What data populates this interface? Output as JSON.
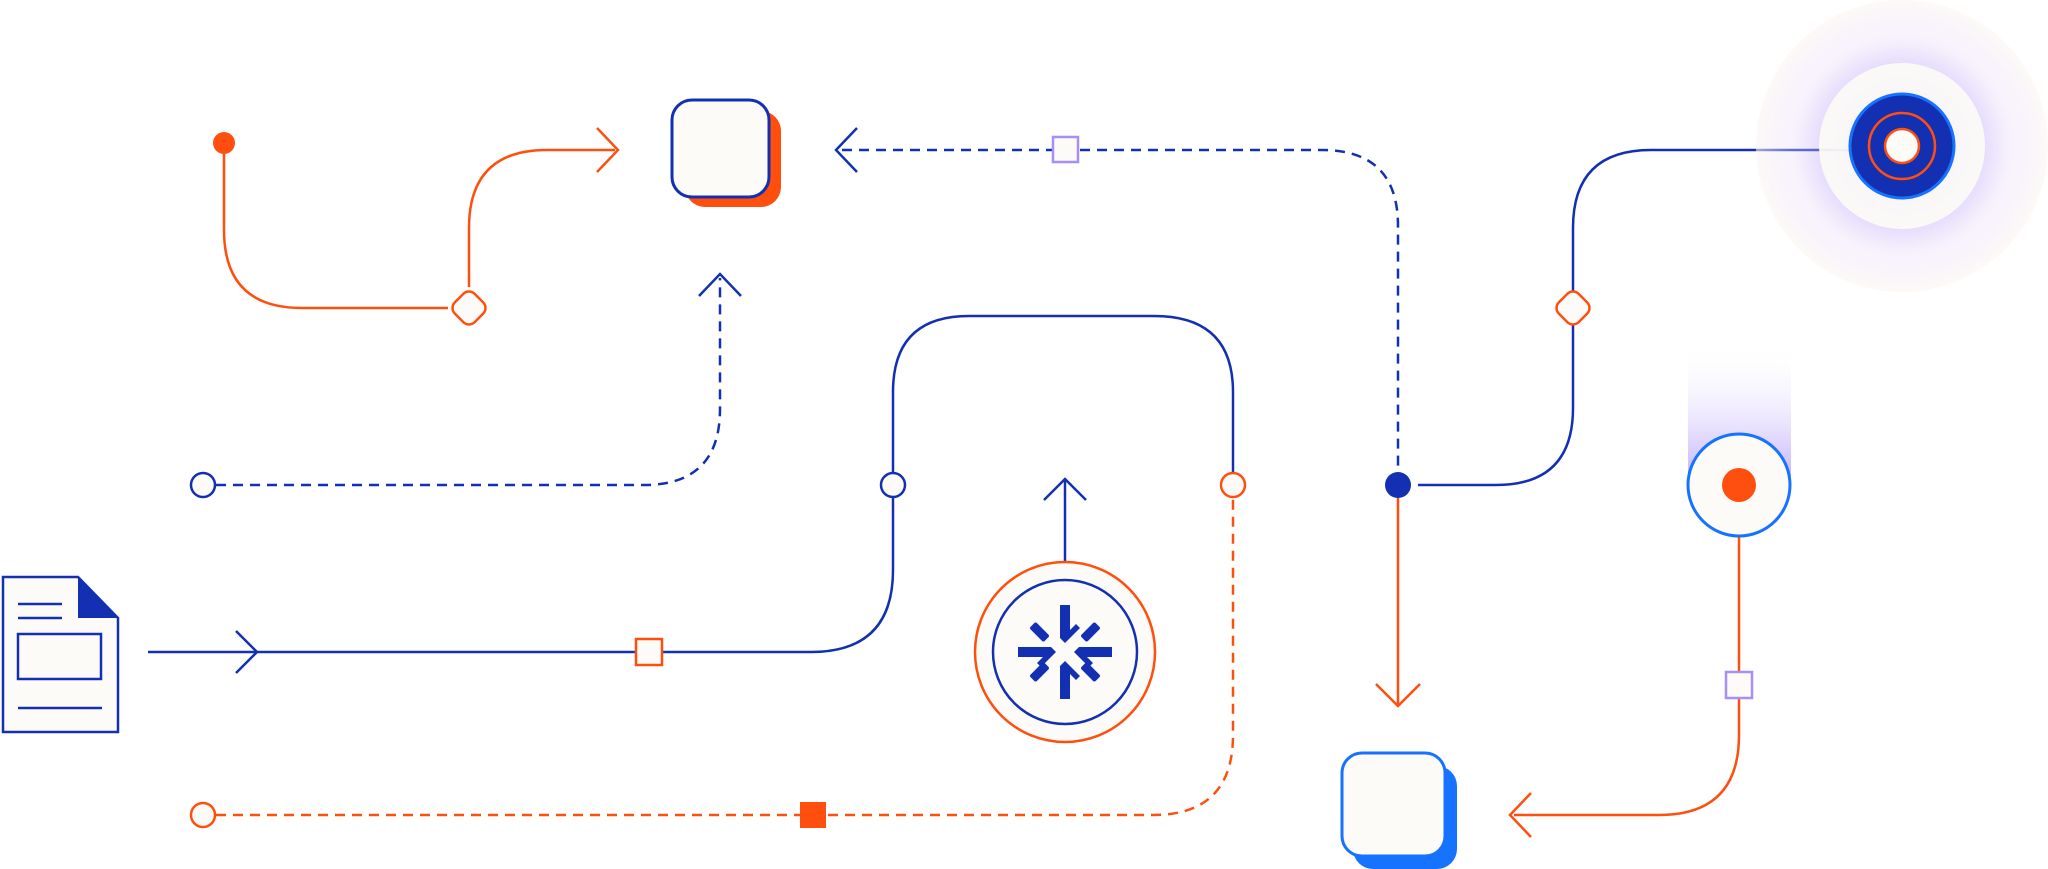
{
  "diagram": {
    "colors": {
      "navy": "#1330B2",
      "orange": "#FF4F0F",
      "blue": "#1673FF",
      "lavender": "#A88EF8",
      "cream": "#FDFBF7",
      "glow_purple": "#8E6CF4"
    },
    "nodes": [
      {
        "name": "document-icon",
        "kind": "icon"
      },
      {
        "name": "hub-icon",
        "kind": "icon"
      },
      {
        "name": "target-node",
        "kind": "node"
      },
      {
        "name": "record-node",
        "kind": "node"
      },
      {
        "name": "top-card",
        "kind": "card"
      },
      {
        "name": "bottom-card",
        "kind": "card"
      }
    ],
    "connectors": [
      {
        "name": "orange-curve-top-left",
        "style": "solid",
        "color": "orange"
      },
      {
        "name": "navy-dashed-top",
        "style": "dashed",
        "color": "navy"
      },
      {
        "name": "navy-dashed-left",
        "style": "dashed",
        "color": "navy"
      },
      {
        "name": "navy-solid-middle",
        "style": "solid",
        "color": "navy"
      },
      {
        "name": "orange-dashed-bottom",
        "style": "dashed",
        "color": "orange"
      },
      {
        "name": "navy-solid-right",
        "style": "solid",
        "color": "navy"
      },
      {
        "name": "orange-solid-down",
        "style": "solid",
        "color": "orange"
      },
      {
        "name": "orange-solid-right",
        "style": "solid",
        "color": "orange"
      },
      {
        "name": "hub-arrow-up",
        "style": "solid",
        "color": "navy"
      }
    ]
  }
}
